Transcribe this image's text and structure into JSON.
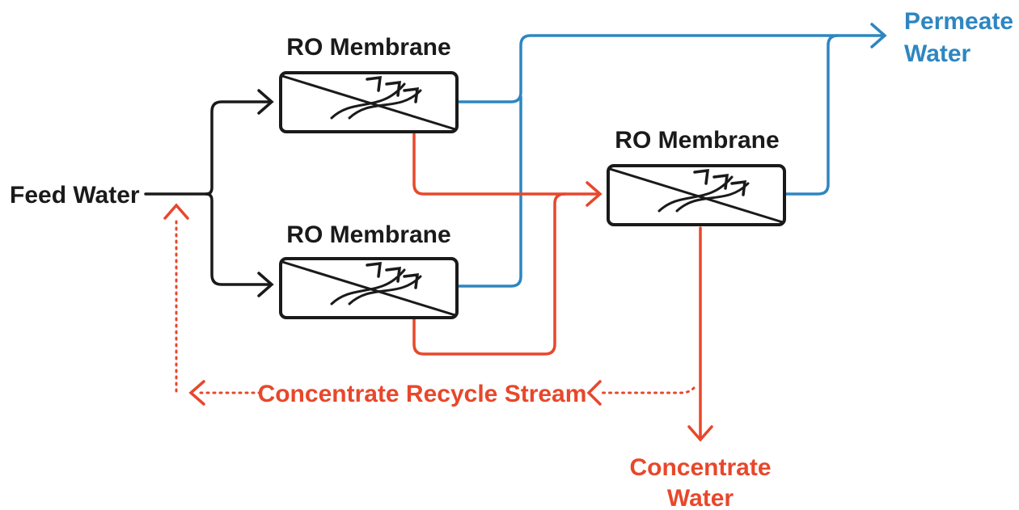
{
  "labels": {
    "feed": "Feed Water",
    "membrane_top": "RO Membrane",
    "membrane_bottom": "RO Membrane",
    "membrane_right": "RO Membrane",
    "permeate_line1": "Permeate",
    "permeate_line2": "Water",
    "recycle": "Concentrate Recycle Stream",
    "concentrate_line1": "Concentrate",
    "concentrate_line2": "Water"
  },
  "colors": {
    "ink": "#1a1a1a",
    "permeate": "#2e86c1",
    "concentrate": "#e8472b"
  }
}
